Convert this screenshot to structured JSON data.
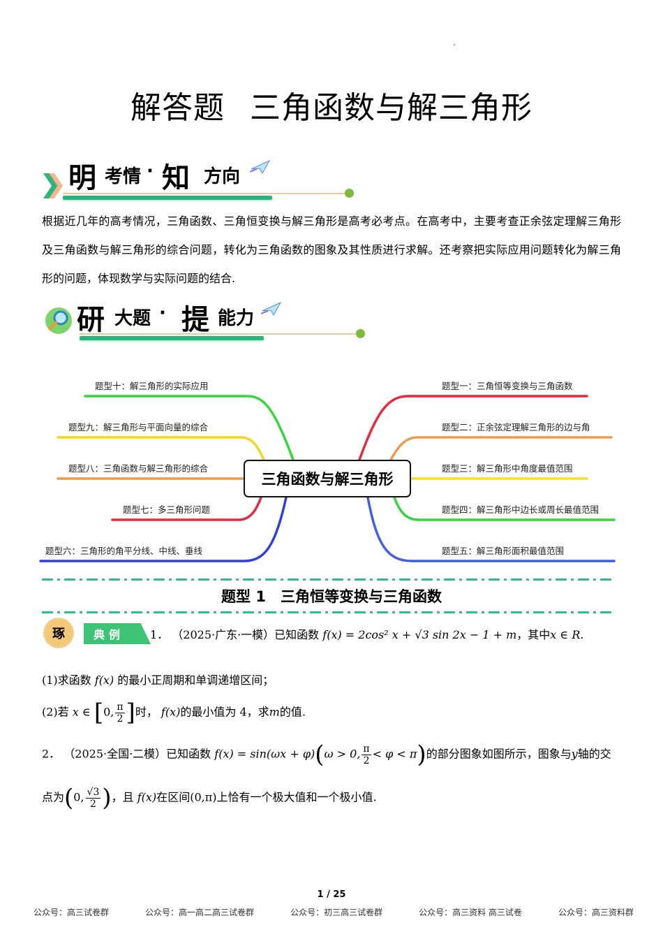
{
  "page": {
    "title_part1": "解答题",
    "title_part2": "三角函数与解三角形"
  },
  "section1": {
    "big1": "明",
    "small1": "考情",
    "dot": "·",
    "big2": "知",
    "small2": "方向",
    "icon": "paper-plane"
  },
  "intro": {
    "text": "根据近几年的高考情况，三角函数、三角恒变换与解三角形是高考必考点。在高考中，主要考查正余弦定理解三角形及三角函数与解三角形的综合问题，转化为三角函数的图象及其性质进行求解。还考察把实际应用问题转化为解三角形的问题，体现数学与实际问题的结合."
  },
  "section2": {
    "big1": "研",
    "small1": "大题",
    "dot": "·",
    "big2": "提",
    "small2": "能力",
    "icon": "magnifier"
  },
  "mindmap": {
    "center": "三角函数与解三角形",
    "left": [
      {
        "label": "题型十：解三角形的实际应用",
        "color": "#35d63a"
      },
      {
        "label": "题型九：解三角形与平面向量的综合",
        "color": "#f2d81c"
      },
      {
        "label": "题型八：三角函数与解三角形的综合",
        "color": "#f2994a"
      },
      {
        "label": "题型七：多三角形问题",
        "color": "#e8283c"
      },
      {
        "label": "题型六：三角形的角平分线、中线、垂线",
        "color": "#2f3fe0"
      }
    ],
    "right": [
      {
        "label": "题型一：三角恒等变换与三角函数",
        "color": "#e8283c"
      },
      {
        "label": "题型二：正余弦定理解三角形的边与角",
        "color": "#f2994a"
      },
      {
        "label": "题型三：解三角形中角度最值范围",
        "color": "#f2e21c"
      },
      {
        "label": "题型四：解三角形中边长或周长最值范围",
        "color": "#35d63a"
      },
      {
        "label": "题型五：解三角形面积最值范围",
        "color": "#3f5fe6"
      }
    ]
  },
  "type1": {
    "title": "题型 1　三角恒等变换与三角函数",
    "badge_circle": "琢",
    "badge_tag": "典例"
  },
  "q1": {
    "num": "1．",
    "source": "（2025·广东·一模）已知函数",
    "func": "f(x) = 2cos² x + √3 sin 2x − 1 + m",
    "tail": "，其中",
    "domain": "x ∈ R",
    "end": ".",
    "part1_prefix": "(1)求函数",
    "part1_func": "f(x)",
    "part1_rest": "的最小正周期和单调递增区间；",
    "part2_prefix": "(2)若",
    "part2_x": "x ∈",
    "part2_interval_start": "0,",
    "part2_frac_num": "π",
    "part2_frac_den": "2",
    "part2_mid": "时，",
    "part2_func": "f(x)",
    "part2_rest": "的最小值为 4，求",
    "part2_m": "m",
    "part2_end": "的值."
  },
  "q2": {
    "num": "2．",
    "source": "（2025·全国·二模）已知函数",
    "func": "f(x) = sin(ωx + φ)",
    "cond_start": "ω > 0,",
    "cond_frac_num": "π",
    "cond_frac_den": "2",
    "cond_end": "< φ < π",
    "rest1": "的部分图象如图所示，图象与",
    "y": "y",
    "rest2": "轴的交",
    "line2_prefix": "点为",
    "point_start": "0,",
    "point_num": "√3",
    "point_den": "2",
    "line2_mid": "，且",
    "line2_func": "f(x)",
    "line2_in": "在区间",
    "line2_interval": "(0,π)",
    "line2_end": "上恰有一个极大值和一个极小值."
  },
  "footer": {
    "page_num": "1 / 25",
    "items": [
      "公众号：高三试卷群",
      "公众号：高一高二高三试卷群",
      "公众号：初三高三试卷群",
      "公众号：高三资料 高三试卷",
      "公众号：高三资料群"
    ]
  }
}
